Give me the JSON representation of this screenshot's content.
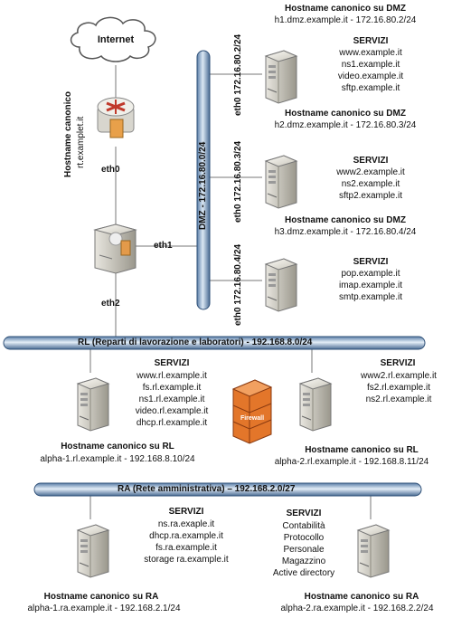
{
  "internet": "Internet",
  "router": {
    "title": "Hostname canonico",
    "host": "rt.examplet.it"
  },
  "firewall_ports": {
    "eth0": "eth0",
    "eth1": "eth1",
    "eth2": "eth2"
  },
  "dmz": {
    "segment": "DMZ - 172.16.80.0/24",
    "hosts": [
      {
        "title": "Hostname canonico su DMZ",
        "host": "h1.dmz.example.it - 172.16.80.2/24",
        "eth": "eth0 172.16.80.2/24",
        "services_title": "SERVIZI",
        "services": [
          "www.example.it",
          "ns1.example.it",
          "video.example.it",
          "sftp.example.it"
        ]
      },
      {
        "title": "Hostname canonico su DMZ",
        "host": "h2.dmz.example.it - 172.16.80.3/24",
        "eth": "eth0 172.16.80.3/24",
        "services_title": "SERVIZI",
        "services": [
          "www2.example.it",
          "ns2.example.it",
          "sftp2.example.it"
        ]
      },
      {
        "title": "Hostname canonico su DMZ",
        "host": "h3.dmz.example.it - 172.16.80.4/24",
        "eth": "eth0 172.16.80.4/24",
        "services_title": "SERVIZI",
        "services": [
          "pop.example.it",
          "imap.example.it",
          "smtp.example.it"
        ]
      }
    ]
  },
  "rl": {
    "segment": "RL (Reparti di lavorazione e laboratori) - 192.168.8.0/24",
    "hosts": [
      {
        "services_title": "SERVIZI",
        "services": [
          "www.rl.example.it",
          "fs.rl.example.it",
          "ns1.rl.example.it",
          "video.rl.example.it",
          "dhcp.rl.example.it"
        ],
        "title": "Hostname canonico su RL",
        "host": "alpha-1.rl.example.it - 192.168.8.10/24"
      },
      {
        "services_title": "SERVIZI",
        "services": [
          "www2.rl.example.it",
          "fs2.rl.example.it",
          "ns2.rl.example.it"
        ],
        "title": "Hostname canonico su RL",
        "host": "alpha-2.rl.example.it - 192.168.8.11/24"
      }
    ]
  },
  "firewall_label": "Firewall",
  "ra": {
    "segment": "RA (Rete amministrativa) – 192.168.2.0/27",
    "hosts": [
      {
        "services_title": "SERVIZI",
        "services": [
          "ns.ra.exaple.it",
          "dhcp.ra.example.it",
          "fs.ra.example.it",
          "storage ra.example.it"
        ],
        "title": "Hostname canonico su RA",
        "host": "alpha-1.ra.example.it - 192.168.2.1/24"
      },
      {
        "services_title": "SERVIZI",
        "services": [
          "Contabilità",
          "Protocollo",
          "Personale",
          "Magazzino",
          "Active directory"
        ],
        "title": "Hostname canonico su RA",
        "host": "alpha-2.ra.example.it - 192.168.2.2/24"
      }
    ]
  }
}
